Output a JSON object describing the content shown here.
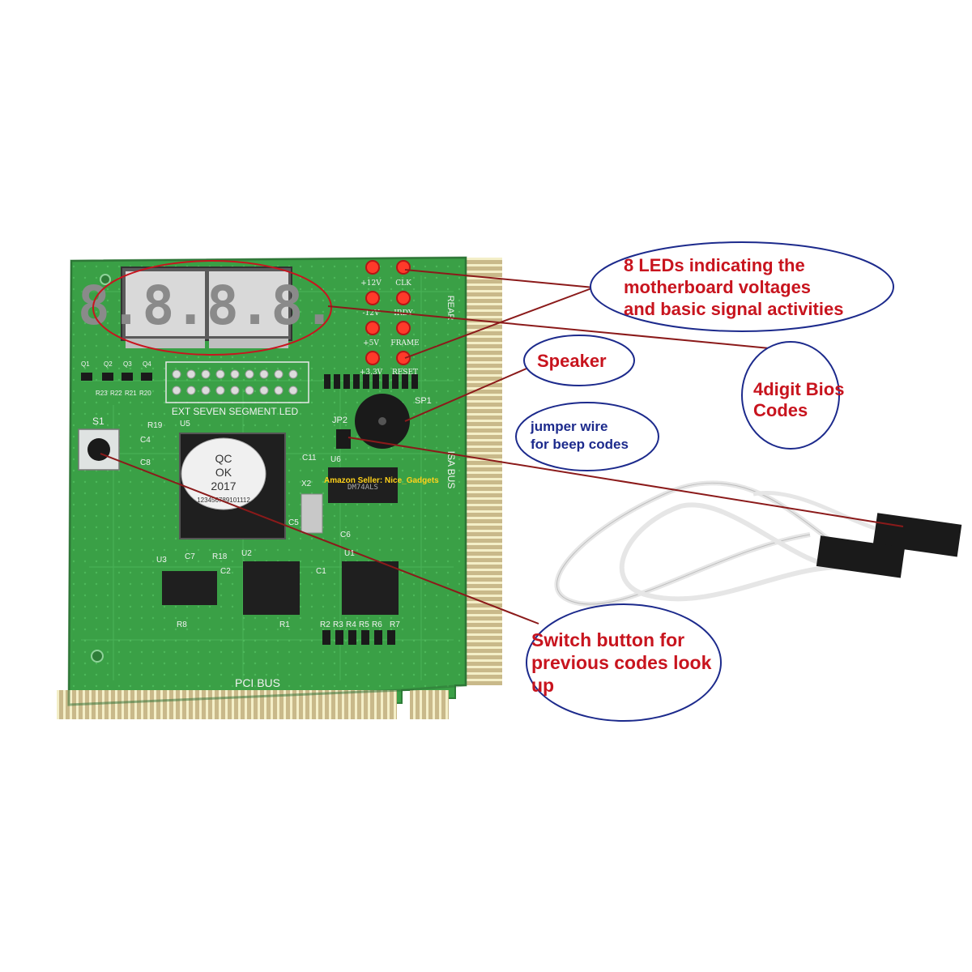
{
  "image": {
    "background_color": "#ffffff",
    "pcb_color": "#3aa046",
    "annotation_text_color": "#c8141e",
    "annotation_ellipse_color": "#1c2a8c",
    "leader_line_color": "#8b1a1a"
  },
  "board": {
    "display_label": "EXT SEVEN SEGMENT LED",
    "display_digits": "8.8.8.8.",
    "chip_sticker": {
      "line1": "QC",
      "line2": "OK",
      "line3": "2017",
      "digits": "123456789101112"
    },
    "seller_mark": "Amazon Seller: Nice_Gadgets",
    "pci_label": "PCI BUS",
    "isa_label": "ISA BUS",
    "rear_label": "REAR",
    "switch_label": "S1",
    "speaker_label": "SP1",
    "jumper_label": "JP2",
    "logic_chip_text": "DM74ALS",
    "led_labels": [
      "+12V",
      "CLK",
      "-12V",
      "IRDY",
      "+5V",
      "FRAME",
      "+3.3V",
      "RESET"
    ],
    "transistor_labels": [
      "Q1",
      "Q2",
      "Q3",
      "Q4"
    ],
    "resistor_row_labels": [
      "R23",
      "R22",
      "R21",
      "R20"
    ],
    "component_labels": [
      "U5",
      "U6",
      "U3",
      "U2",
      "U1",
      "X2",
      "C4",
      "C8",
      "C11",
      "C5",
      "C6",
      "C7",
      "C2",
      "C1",
      "R19",
      "R18",
      "R8",
      "R1",
      "R2",
      "R3",
      "R4",
      "R5",
      "R6",
      "R7"
    ]
  },
  "annotations": {
    "leds": {
      "lines": [
        "8 LEDs indicating the",
        "motherboard voltages",
        "and basic signal activities"
      ]
    },
    "bios": {
      "lines": [
        "4digit Bios",
        "Codes"
      ]
    },
    "speaker": {
      "lines": [
        "Speaker"
      ]
    },
    "jumper": {
      "lines": [
        "jumper wire",
        "for beep codes"
      ]
    },
    "switch": {
      "lines": [
        "Switch button for",
        "previous codes look",
        "up"
      ]
    }
  }
}
